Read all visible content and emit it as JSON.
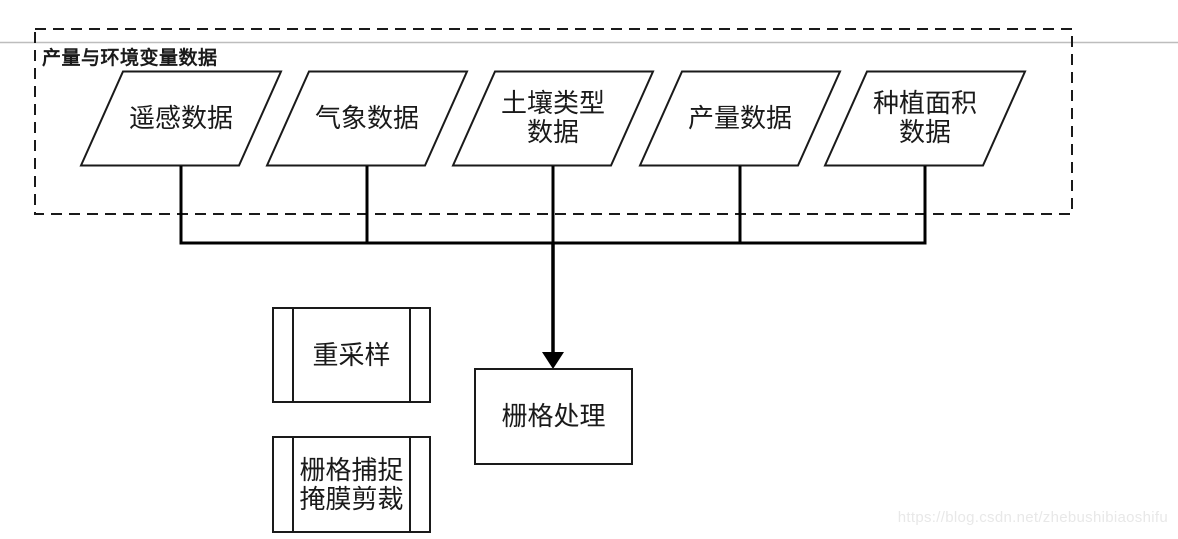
{
  "diagram": {
    "group_label": "产量与环境变量数据",
    "inputs": [
      {
        "label": "遥感数据"
      },
      {
        "label": "气象数据"
      },
      {
        "label": "土壤类型\n数据"
      },
      {
        "label": "产量数据"
      },
      {
        "label": "种植面积\n数据"
      }
    ],
    "process": {
      "label": "栅格处理"
    },
    "operations": [
      {
        "label": "重采样"
      },
      {
        "label": "栅格捕捉\n掩膜剪裁"
      }
    ],
    "colors": {
      "shape_line": "#1a1a1a",
      "connector_line": "#000000",
      "hairline": "#bdbdbd",
      "watermark": "#e8e8e8"
    }
  },
  "page": {
    "watermark": "https://blog.csdn.net/zhebushibiaoshifu"
  }
}
